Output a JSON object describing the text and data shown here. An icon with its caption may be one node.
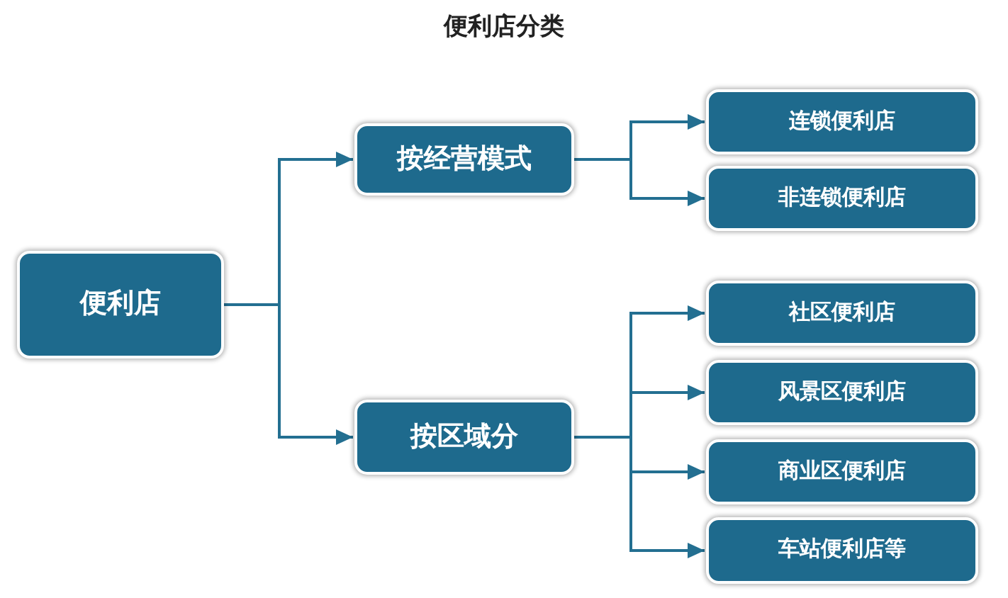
{
  "diagram": {
    "title": "便利店分类",
    "nodes": [
      {
        "text": [
          "便利店"
        ]
      },
      {
        "text": [
          "按经营模式"
        ]
      },
      {
        "text": [
          "按区域分"
        ]
      },
      {
        "text": [
          "连锁便利店"
        ]
      },
      {
        "text": [
          "非连锁便利店"
        ]
      },
      {
        "text": [
          "社区便利店"
        ]
      },
      {
        "text": [
          "风景区便利店"
        ]
      },
      {
        "text": [
          "商业区便利店"
        ]
      },
      {
        "text": [
          "车站便利店等"
        ]
      }
    ],
    "edges": [
      {
        "from": 0,
        "to": 1,
        "arrow": "to"
      },
      {
        "from": 0,
        "to": 2,
        "arrow": "to"
      },
      {
        "from": 1,
        "to": 3,
        "arrow": "to"
      },
      {
        "from": 1,
        "to": 4,
        "arrow": "to"
      },
      {
        "from": 2,
        "to": 5,
        "arrow": "to"
      },
      {
        "from": 2,
        "to": 6,
        "arrow": "to"
      },
      {
        "from": 2,
        "to": 7,
        "arrow": "to"
      },
      {
        "from": 2,
        "to": 8,
        "arrow": "to"
      }
    ]
  }
}
